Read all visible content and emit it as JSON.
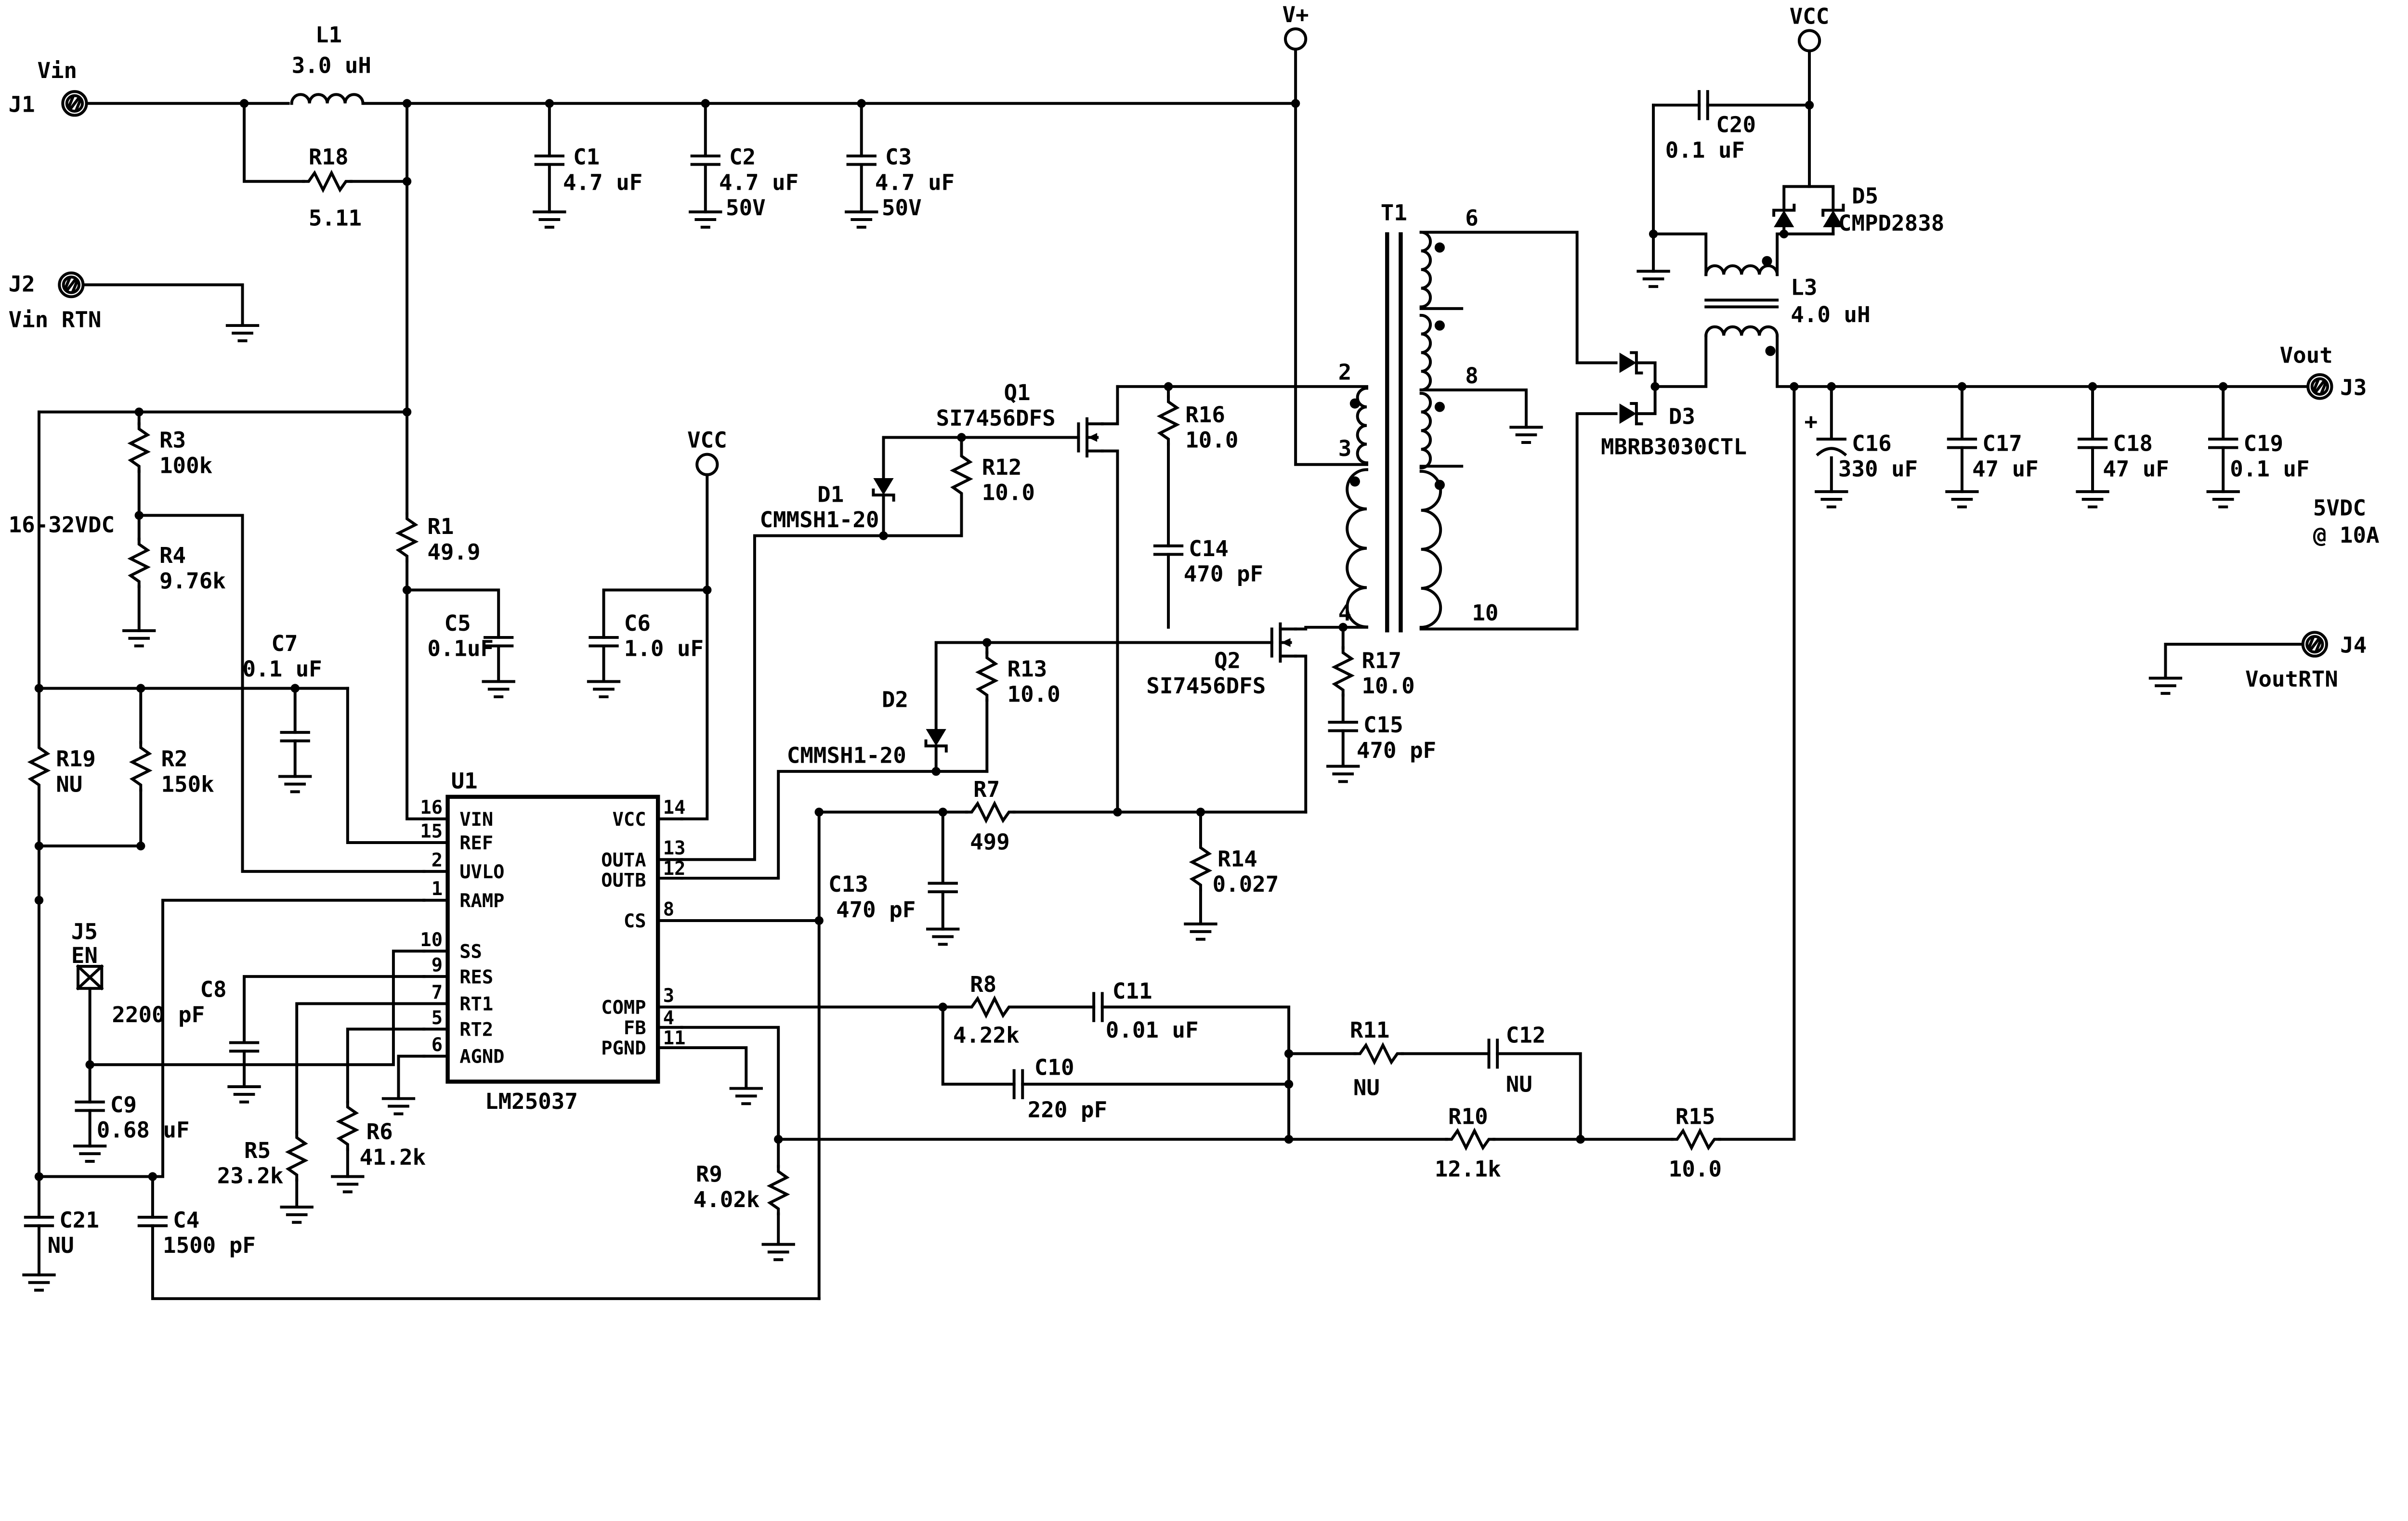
{
  "colors": {
    "ink": "#000000",
    "background": "#ffffff"
  },
  "power_labels": {
    "vplus": "V+",
    "vcc_left": "VCC",
    "vcc_right": "VCC"
  },
  "connectors": {
    "j1": {
      "ref": "J1",
      "name": "Vin",
      "note": "16-32VDC"
    },
    "j2": {
      "ref": "J2",
      "name": "Vin RTN"
    },
    "j3": {
      "ref": "J3",
      "name": "Vout",
      "spec_line1": "5VDC",
      "spec_line2": "@ 10A"
    },
    "j4": {
      "ref": "J4",
      "name": "VoutRTN"
    },
    "j5": {
      "ref": "J5",
      "name": "EN"
    }
  },
  "components": {
    "l1": {
      "ref": "L1",
      "value": "3.0 uH"
    },
    "r18": {
      "ref": "R18",
      "value": "5.11"
    },
    "c1": {
      "ref": "C1",
      "value": "4.7 uF"
    },
    "c2": {
      "ref": "C2",
      "value": "4.7 uF",
      "rating": "50V"
    },
    "c3": {
      "ref": "C3",
      "value": "4.7 uF",
      "rating": "50V"
    },
    "r3": {
      "ref": "R3",
      "value": "100k"
    },
    "r4": {
      "ref": "R4",
      "value": "9.76k"
    },
    "r19": {
      "ref": "R19",
      "value": "NU"
    },
    "r2": {
      "ref": "R2",
      "value": "150k"
    },
    "c7": {
      "ref": "C7",
      "value": "0.1 uF"
    },
    "r1": {
      "ref": "R1",
      "value": "49.9"
    },
    "c5": {
      "ref": "C5",
      "value": "0.1uF"
    },
    "c6": {
      "ref": "C6",
      "value": "1.0 uF"
    },
    "c8": {
      "ref": "C8",
      "value": "2200 pF"
    },
    "c9": {
      "ref": "C9",
      "value": "0.68 uF"
    },
    "r5": {
      "ref": "R5",
      "value": "23.2k"
    },
    "r6": {
      "ref": "R6",
      "value": "41.2k"
    },
    "c21": {
      "ref": "C21",
      "value": "NU"
    },
    "c4": {
      "ref": "C4",
      "value": "1500 pF"
    },
    "r9": {
      "ref": "R9",
      "value": "4.02k"
    },
    "d1": {
      "ref": "D1",
      "value": "CMMSH1-20"
    },
    "r12": {
      "ref": "R12",
      "value": "10.0"
    },
    "q1": {
      "ref": "Q1",
      "value": "SI7456DFS"
    },
    "d2": {
      "ref": "D2",
      "value": "CMMSH1-20"
    },
    "r13": {
      "ref": "R13",
      "value": "10.0"
    },
    "q2": {
      "ref": "Q2",
      "value": "SI7456DFS"
    },
    "r16": {
      "ref": "R16",
      "value": "10.0"
    },
    "c14": {
      "ref": "C14",
      "value": "470 pF"
    },
    "r17": {
      "ref": "R17",
      "value": "10.0"
    },
    "c15": {
      "ref": "C15",
      "value": "470 pF"
    },
    "r7": {
      "ref": "R7",
      "value": "499"
    },
    "c13": {
      "ref": "C13",
      "value": "470 pF"
    },
    "r14": {
      "ref": "R14",
      "value": "0.027"
    },
    "r8": {
      "ref": "R8",
      "value": "4.22k"
    },
    "c11": {
      "ref": "C11",
      "value": "0.01 uF"
    },
    "c10": {
      "ref": "C10",
      "value": "220 pF"
    },
    "r11": {
      "ref": "R11",
      "value": "NU"
    },
    "c12": {
      "ref": "C12",
      "value": "NU"
    },
    "r10": {
      "ref": "R10",
      "value": "12.1k"
    },
    "r15": {
      "ref": "R15",
      "value": "10.0"
    },
    "d3": {
      "ref": "D3",
      "value": "MBRB3030CTL"
    },
    "d5": {
      "ref": "D5",
      "value": "CMPD2838"
    },
    "c20": {
      "ref": "C20",
      "value": "0.1 uF"
    },
    "l3": {
      "ref": "L3",
      "value": "4.0 uH"
    },
    "c16": {
      "ref": "C16",
      "value": "330 uF",
      "polarity": "+"
    },
    "c17": {
      "ref": "C17",
      "value": "47 uF"
    },
    "c18": {
      "ref": "C18",
      "value": "47 uF"
    },
    "c19": {
      "ref": "C19",
      "value": "0.1 uF"
    }
  },
  "u1": {
    "ref": "U1",
    "part": "LM25037",
    "left_pins": [
      {
        "num": "16",
        "name": "VIN"
      },
      {
        "num": "15",
        "name": "REF"
      },
      {
        "num": "2",
        "name": "UVLO"
      },
      {
        "num": "1",
        "name": "RAMP"
      },
      {
        "num": "10",
        "name": "SS"
      },
      {
        "num": "9",
        "name": "RES"
      },
      {
        "num": "7",
        "name": "RT1"
      },
      {
        "num": "5",
        "name": "RT2"
      },
      {
        "num": "6",
        "name": "AGND"
      }
    ],
    "right_pins": [
      {
        "num": "14",
        "name": "VCC"
      },
      {
        "num": "13",
        "name": "OUTA"
      },
      {
        "num": "12",
        "name": "OUTB"
      },
      {
        "num": "8",
        "name": "CS"
      },
      {
        "num": "3",
        "name": "COMP"
      },
      {
        "num": "4",
        "name": "FB"
      },
      {
        "num": "11",
        "name": "PGND"
      }
    ]
  },
  "t1": {
    "ref": "T1",
    "pin_numbers": {
      "p2": "2",
      "p3": "3",
      "p4": "4",
      "p6": "6",
      "p8": "8",
      "p10": "10"
    }
  }
}
